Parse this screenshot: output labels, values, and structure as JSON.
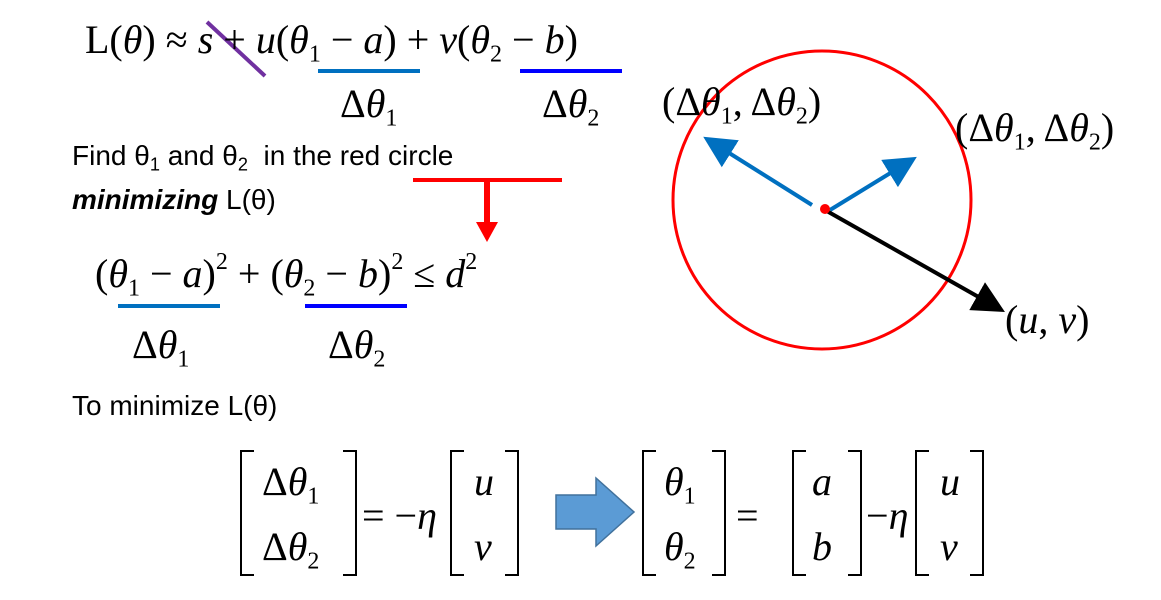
{
  "eq_main": [
    {
      "b": "L("
    },
    {
      "b": "θ",
      "i": 1
    },
    {
      "b": ") ≈ "
    },
    {
      "b": "s",
      "i": 1
    },
    {
      "b": " + "
    },
    {
      "b": "u",
      "i": 1
    },
    {
      "b": "("
    },
    {
      "b": "θ",
      "i": 1,
      "sub": "1"
    },
    {
      "b": " − "
    },
    {
      "b": "a",
      "i": 1
    },
    {
      "b": ") + "
    },
    {
      "b": "v",
      "i": 1
    },
    {
      "b": "("
    },
    {
      "b": "θ",
      "i": 1,
      "sub": "2"
    },
    {
      "b": " − "
    },
    {
      "b": "b",
      "i": 1
    },
    {
      "b": ")"
    }
  ],
  "delta1": [
    {
      "b": "Δ"
    },
    {
      "b": "θ",
      "i": 1,
      "sub": "1"
    }
  ],
  "delta2": [
    {
      "b": "Δ"
    },
    {
      "b": "θ",
      "i": 1,
      "sub": "2"
    }
  ],
  "find_text": {
    "prefix": "Find θ",
    "sub1": "1",
    "mid": " and θ",
    "sub2": "2",
    "suffix": "  in the red circle"
  },
  "minimizing": {
    "bold": "minimizing",
    "rest": " L(θ)"
  },
  "eq_constraint": [
    {
      "b": "("
    },
    {
      "b": "θ",
      "i": 1,
      "sub": "1"
    },
    {
      "b": " − "
    },
    {
      "b": "a",
      "i": 1
    },
    {
      "b": ")",
      "sup": "2"
    },
    {
      "b": " + "
    },
    {
      "b": "("
    },
    {
      "b": "θ",
      "i": 1,
      "sub": "2"
    },
    {
      "b": " − "
    },
    {
      "b": "b",
      "i": 1
    },
    {
      "b": ")",
      "sup": "2"
    },
    {
      "b": " ≤ "
    },
    {
      "b": "d",
      "i": 1,
      "sup": "2"
    }
  ],
  "to_minimize": "To minimize L(θ)",
  "eq_minus_eta": [
    {
      "b": "= −"
    },
    {
      "b": "η",
      "i": 1
    }
  ],
  "eq_equals": [
    {
      "b": "="
    }
  ],
  "eq_minus_eta2": [
    {
      "b": "−"
    },
    {
      "b": "η",
      "i": 1
    }
  ],
  "m_u": [
    {
      "b": "u",
      "i": 1
    }
  ],
  "m_v": [
    {
      "b": "v",
      "i": 1
    }
  ],
  "m_a": [
    {
      "b": "a",
      "i": 1
    }
  ],
  "m_b": [
    {
      "b": "b",
      "i": 1
    }
  ],
  "m_t1": [
    {
      "b": "θ",
      "i": 1,
      "sub": "1"
    }
  ],
  "m_t2": [
    {
      "b": "θ",
      "i": 1,
      "sub": "2"
    }
  ],
  "label_delta_pair": [
    {
      "b": "(Δ"
    },
    {
      "b": "θ",
      "i": 1,
      "sub": "1"
    },
    {
      "b": ", Δ"
    },
    {
      "b": "θ",
      "i": 1,
      "sub": "2"
    },
    {
      "b": ")"
    }
  ],
  "label_uv": [
    {
      "b": "("
    },
    {
      "b": "u",
      "i": 1
    },
    {
      "b": ", "
    },
    {
      "b": "v",
      "i": 1
    },
    {
      "b": ")"
    }
  ],
  "colors": {
    "red": "#ff0000",
    "blue": "#0070c0",
    "dark_blue": "#0000ff",
    "purple": "#7030a0",
    "arrow_fill": "#5b9bd5"
  }
}
